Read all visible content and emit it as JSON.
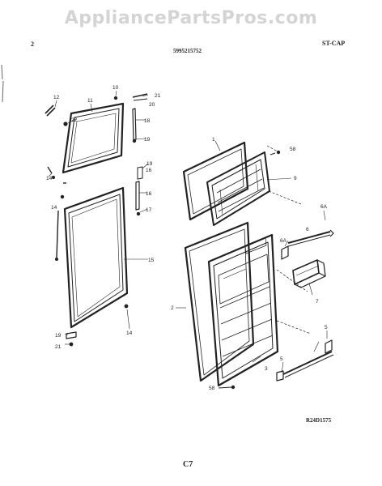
{
  "watermark": "AppliancePartsPros.com",
  "header": {
    "left": "2",
    "model": "5995215752",
    "right": "ST-CAP"
  },
  "footer": {
    "code": "R24D1575",
    "page": "C7"
  },
  "callouts": {
    "c1": "1",
    "c2": "2",
    "c3": "3",
    "c5a": "5",
    "c5b": "5",
    "c6": "6",
    "c6a_top": "6A",
    "c6a_mid": "6A",
    "c7": "7",
    "c9": "9",
    "c10": "10",
    "c11": "11",
    "c12": "12",
    "c14a": "14",
    "c14b": "14",
    "c14c": "14",
    "c15": "15",
    "c16a": "16",
    "c16b": "16",
    "c17": "17",
    "c18": "18",
    "c19a": "19",
    "c19b": "19",
    "c19c": "19",
    "c20": "20",
    "c21a": "21",
    "c21b": "21",
    "c22": "22",
    "c58a": "58",
    "c58b": "58"
  }
}
